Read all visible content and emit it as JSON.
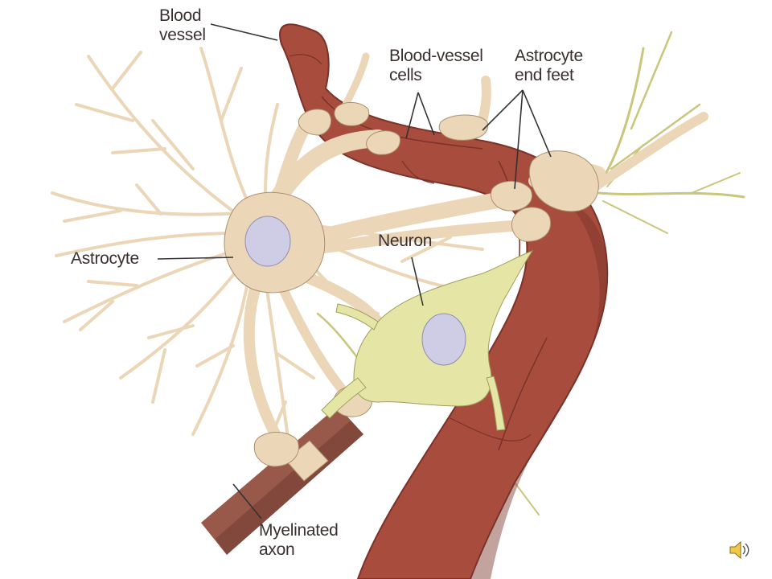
{
  "labels": {
    "blood_vessel": [
      "Blood",
      "vessel"
    ],
    "blood_vessel_cells": [
      "Blood-vessel",
      "cells"
    ],
    "astrocyte_end_feet": [
      "Astrocyte",
      "end feet"
    ],
    "astrocyte": [
      "Astrocyte"
    ],
    "neuron": [
      "Neuron"
    ],
    "myelinated_axon": [
      "Myelinated",
      "axon"
    ]
  },
  "colors": {
    "vessel": "#a84c3e",
    "vessel_dark": "#7a3329",
    "astrocyte": "#ecd6b8",
    "astrocyte_edge": "#a8906c",
    "neuron": "#e5e6a6",
    "neuron_edge": "#9f9f5c",
    "nucleus": "#cfcde6",
    "nucleus_edge": "#8f8db0",
    "axon": "#98584a",
    "neuron_branch": "#c9c77c",
    "leader": "#333333"
  },
  "icons": {
    "speaker": "speaker-icon"
  }
}
